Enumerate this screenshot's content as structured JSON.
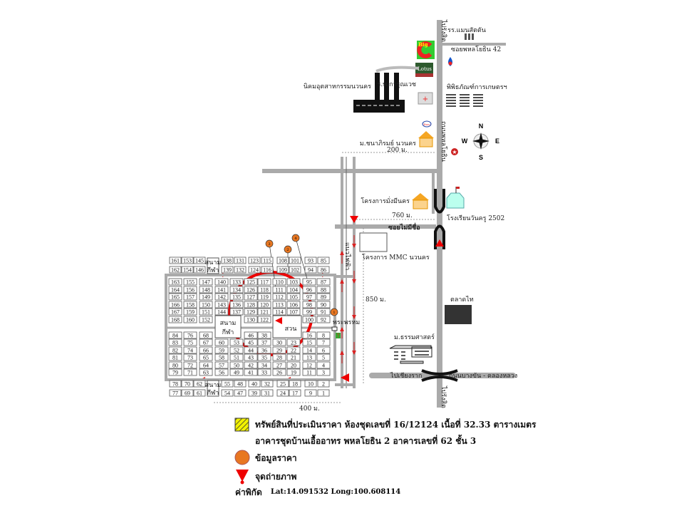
{
  "labels": {
    "school_top": "รร.แมนสัตตัน",
    "soi42": "ซอยพหลโยธิน 42",
    "to_rangsit_top": "ไปรังสิต",
    "to_rangsit_bottom": "ไปรังสิต",
    "bigc": "Big",
    "lotus": "Lotus",
    "industrial": "นิคมอุตสาหกรรมนวนคร",
    "hospital": "ร.พ.การุณเวช",
    "museum": "พิพิธภัณฑ์การเกษตรฯ",
    "esso": "Esso",
    "village1": "ม.ชนาภิรมย์ นวนคร",
    "dist200": "200 ม.",
    "phahon": "ถนนพหลโยธิน",
    "project_mangmee": "โครงการมั่งมีนคร",
    "school_wankru": "โรงเรียนวันครู 2502",
    "dist760": "760 ม.",
    "soi_noname": "ซอยไม่มีชื่อ",
    "mmc": "โครงการ MMC นวนคร",
    "power_line": "แนวไฟฟ้า",
    "dist850": "850 ม.",
    "talad_thai": "ตลาดไท",
    "thammasat": "ม.ธรรมศาสตร์",
    "to_chiangrak": "ไปเชียงราก",
    "bangkhan_road": "ถนนบางขัน - คลองหลวง",
    "dist400": "400 ม.",
    "brahma": "พระพรหม",
    "seven": "7",
    "stadium_top": "สนาม",
    "stadium_bottom": "กีฬา",
    "park": "สวน",
    "compass": {
      "n": "N",
      "s": "S",
      "e": "E",
      "w": "W"
    }
  },
  "price_points": [
    "1",
    "2",
    "3",
    "4"
  ],
  "lots": {
    "upper_columns": [
      [
        "163",
        "164",
        "165",
        "166",
        "167",
        "168"
      ],
      [
        "155",
        "156",
        "157",
        "158",
        "159",
        "160"
      ],
      [
        "147",
        "148",
        "149",
        "150",
        "151",
        "152"
      ],
      [
        "140",
        "141",
        "142",
        "143",
        "144",
        ""
      ],
      [
        "133",
        "134",
        "135",
        "136",
        "137",
        ""
      ],
      [
        "125",
        "126",
        "127",
        "128",
        "129",
        "130"
      ],
      [
        "117",
        "118",
        "119",
        "120",
        "121",
        "122"
      ],
      [
        "110",
        "111",
        "112",
        "113",
        "114",
        ""
      ],
      [
        "103",
        "104",
        "105",
        "106",
        "107",
        ""
      ],
      [
        "95",
        "96",
        "97",
        "98",
        "99",
        "100"
      ],
      [
        "87",
        "88",
        "89",
        "90",
        "91",
        "92"
      ]
    ],
    "lower_columns": [
      [
        "84",
        "83",
        "82",
        "81",
        "80",
        "79"
      ],
      [
        "76",
        "75",
        "74",
        "73",
        "72",
        "71"
      ],
      [
        "68",
        "67",
        "66",
        "65",
        "64",
        "63"
      ],
      [
        "",
        "60",
        "59",
        "58",
        "57",
        "56"
      ],
      [
        "",
        "53",
        "52",
        "51",
        "50",
        "49"
      ],
      [
        "46",
        "45",
        "44",
        "43",
        "42",
        "41"
      ],
      [
        "38",
        "37",
        "36",
        "35",
        "34",
        "33"
      ],
      [
        "",
        "30",
        "29",
        "28",
        "27",
        "26"
      ],
      [
        "",
        "23",
        "22",
        "21",
        "20",
        "19"
      ],
      [
        "16",
        "15",
        "14",
        "13",
        "12",
        "11"
      ],
      [
        "8",
        "7",
        "6",
        "5",
        "4",
        "3"
      ]
    ],
    "top_rows": [
      [
        "161",
        "153",
        "145",
        "",
        "138",
        "131",
        "123",
        "115",
        "108",
        "101",
        "93",
        "85"
      ],
      [
        "162",
        "154",
        "146",
        "",
        "139",
        "132",
        "124",
        "116",
        "109",
        "102",
        "94",
        "86"
      ]
    ],
    "bottom_rows": [
      [
        "78",
        "70",
        "62",
        "",
        "55",
        "48",
        "40",
        "32",
        "25",
        "18",
        "10",
        "2"
      ],
      [
        "77",
        "69",
        "61",
        "",
        "54",
        "47",
        "39",
        "31",
        "24",
        "17",
        "9",
        "1"
      ]
    ],
    "subject_lot": "121"
  },
  "legend": {
    "subject_line1": "ทรัพย์สินที่ประเมินราคา ห้องชุดเลขที่ 16/12124 เนื้อที่ 32.33 ตารางเมตร",
    "subject_line2": "อาคารชุดบ้านเอื้ออาทร พหลโยธิน 2 อาคารเลขที่ 62 ชั้น  3",
    "price_info": "ข้อมูลราคา",
    "photo_point": "จุดถ่ายภาพ",
    "coord_label": "ค่าพิกัด",
    "coords": "Lat:14.091532 Long:100.608114"
  },
  "colors": {
    "road": "#aaaaaa",
    "circle": "#e00000",
    "orange": "#e87722",
    "hatch": "#f2f200"
  }
}
